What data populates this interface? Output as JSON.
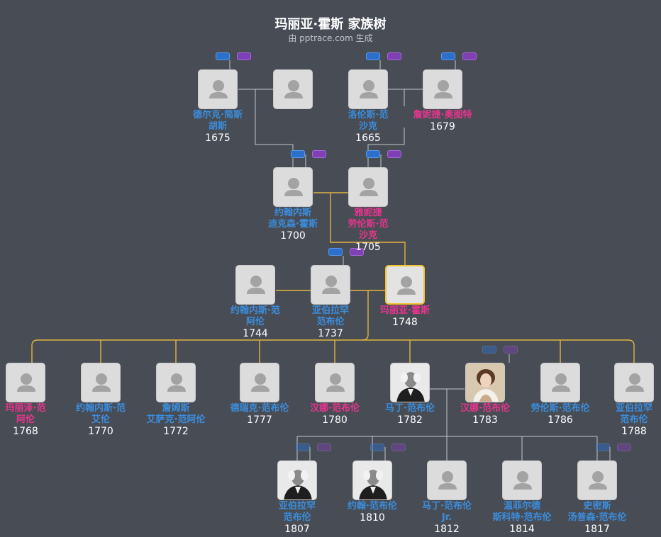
{
  "header": {
    "title": "玛丽亚·霍斯 家族树",
    "subtitle": "由 pptrace.com 生成"
  },
  "colors": {
    "male": "#3b8ede",
    "female": "#e8358f",
    "selected_border": "#f2c230",
    "link": "#e0b440",
    "line": "#c5c8cc"
  },
  "people": [
    {
      "id": "p1",
      "name": "德尔克·简斯胡斯",
      "lines": [
        "德尔克·简斯",
        "胡斯"
      ],
      "year": "1675",
      "gender": "m",
      "photo": "placeholder-avatar-icon"
    },
    {
      "id": "p2",
      "name": "",
      "lines": [],
      "year": "",
      "gender": "f",
      "photo": "placeholder-avatar-icon"
    },
    {
      "id": "p3",
      "name": "洛伦斯·范沙克",
      "lines": [
        "洛伦斯·范",
        "沙克"
      ],
      "year": "1665",
      "gender": "m",
      "photo": "placeholder-avatar-icon"
    },
    {
      "id": "p4",
      "name": "詹妮捷·奥图特",
      "lines": [
        "詹妮捷·奥图特"
      ],
      "year": "1679",
      "gender": "f",
      "photo": "placeholder-avatar-icon"
    },
    {
      "id": "p5",
      "name": "约翰内斯迪克森·霍斯",
      "lines": [
        "约翰内斯",
        "迪克森·霍斯"
      ],
      "year": "1700",
      "gender": "m",
      "photo": "placeholder-avatar-icon"
    },
    {
      "id": "p6",
      "name": "雅妮捷劳伦斯·范沙克",
      "lines": [
        "雅妮捷",
        "劳伦斯·范",
        "沙克"
      ],
      "year": "1705",
      "gender": "f",
      "photo": "placeholder-avatar-icon"
    },
    {
      "id": "p7",
      "name": "约翰内斯·范阿伦",
      "lines": [
        "约翰内斯·范",
        "阿伦"
      ],
      "year": "1744",
      "gender": "m",
      "photo": "placeholder-avatar-icon"
    },
    {
      "id": "p8",
      "name": "亚伯拉罕范布伦",
      "lines": [
        "亚伯拉罕",
        "范布伦"
      ],
      "year": "1737",
      "gender": "m",
      "photo": "placeholder-avatar-icon"
    },
    {
      "id": "p9",
      "name": "玛丽亚·霍斯",
      "lines": [
        "玛丽亚·霍斯"
      ],
      "year": "1748",
      "gender": "f",
      "photo": "placeholder-avatar-icon",
      "selected": true
    },
    {
      "id": "p10",
      "name": "玛丽泽·范阿伦",
      "lines": [
        "玛丽泽·范",
        "阿伦"
      ],
      "year": "1768",
      "gender": "f",
      "photo": "placeholder-avatar-icon"
    },
    {
      "id": "p11",
      "name": "约翰内斯·范艾伦",
      "lines": [
        "约翰内斯·范",
        "艾伦"
      ],
      "year": "1770",
      "gender": "m",
      "photo": "placeholder-avatar-icon"
    },
    {
      "id": "p12",
      "name": "詹姆斯艾萨克·范阿伦",
      "lines": [
        "詹姆斯",
        "艾萨克·范阿伦"
      ],
      "year": "1772",
      "gender": "m",
      "photo": "placeholder-avatar-icon"
    },
    {
      "id": "p13",
      "name": "德瑞克·范布伦",
      "lines": [
        "德瑞克·范布伦"
      ],
      "year": "1777",
      "gender": "m",
      "photo": "placeholder-avatar-icon"
    },
    {
      "id": "p14",
      "name": "汉娜·范布伦",
      "lines": [
        "汉娜·范布伦"
      ],
      "year": "1780",
      "gender": "f",
      "photo": "placeholder-avatar-icon"
    },
    {
      "id": "p15",
      "name": "马丁·范布伦",
      "lines": [
        "马丁·范布伦"
      ],
      "year": "1782",
      "gender": "m",
      "photo": "portrait-photo-man-icon"
    },
    {
      "id": "p16",
      "name": "汉娜·范布伦",
      "lines": [
        "汉娜·范布伦"
      ],
      "year": "1783",
      "gender": "f",
      "photo": "portrait-photo-woman-icon"
    },
    {
      "id": "p17",
      "name": "劳伦斯·范布伦",
      "lines": [
        "劳伦斯·范布伦"
      ],
      "year": "1786",
      "gender": "m",
      "photo": "placeholder-avatar-icon"
    },
    {
      "id": "p18",
      "name": "亚伯拉罕范布伦",
      "lines": [
        "亚伯拉罕",
        "范布伦"
      ],
      "year": "1788",
      "gender": "m",
      "photo": "placeholder-avatar-icon"
    },
    {
      "id": "p19",
      "name": "亚伯拉罕范布伦",
      "lines": [
        "亚伯拉罕",
        "范布伦"
      ],
      "year": "1807",
      "gender": "m",
      "photo": "portrait-photo-man-icon"
    },
    {
      "id": "p20",
      "name": "约翰·范布伦",
      "lines": [
        "约翰·范布伦"
      ],
      "year": "1810",
      "gender": "m",
      "photo": "portrait-photo-man-icon"
    },
    {
      "id": "p21",
      "name": "马丁·范布伦Jr.",
      "lines": [
        "马丁·范布伦",
        "Jr."
      ],
      "year": "1812",
      "gender": "m",
      "photo": "placeholder-avatar-icon"
    },
    {
      "id": "p22",
      "name": "温菲尔德斯科特·范布伦",
      "lines": [
        "温菲尔德",
        "斯科特·范布伦"
      ],
      "year": "1814",
      "gender": "m",
      "photo": "placeholder-avatar-icon"
    },
    {
      "id": "p23",
      "name": "史密斯汤普森·范布伦",
      "lines": [
        "史密斯",
        "汤普森·范布伦"
      ],
      "year": "1817",
      "gender": "m",
      "photo": "placeholder-avatar-icon"
    }
  ]
}
